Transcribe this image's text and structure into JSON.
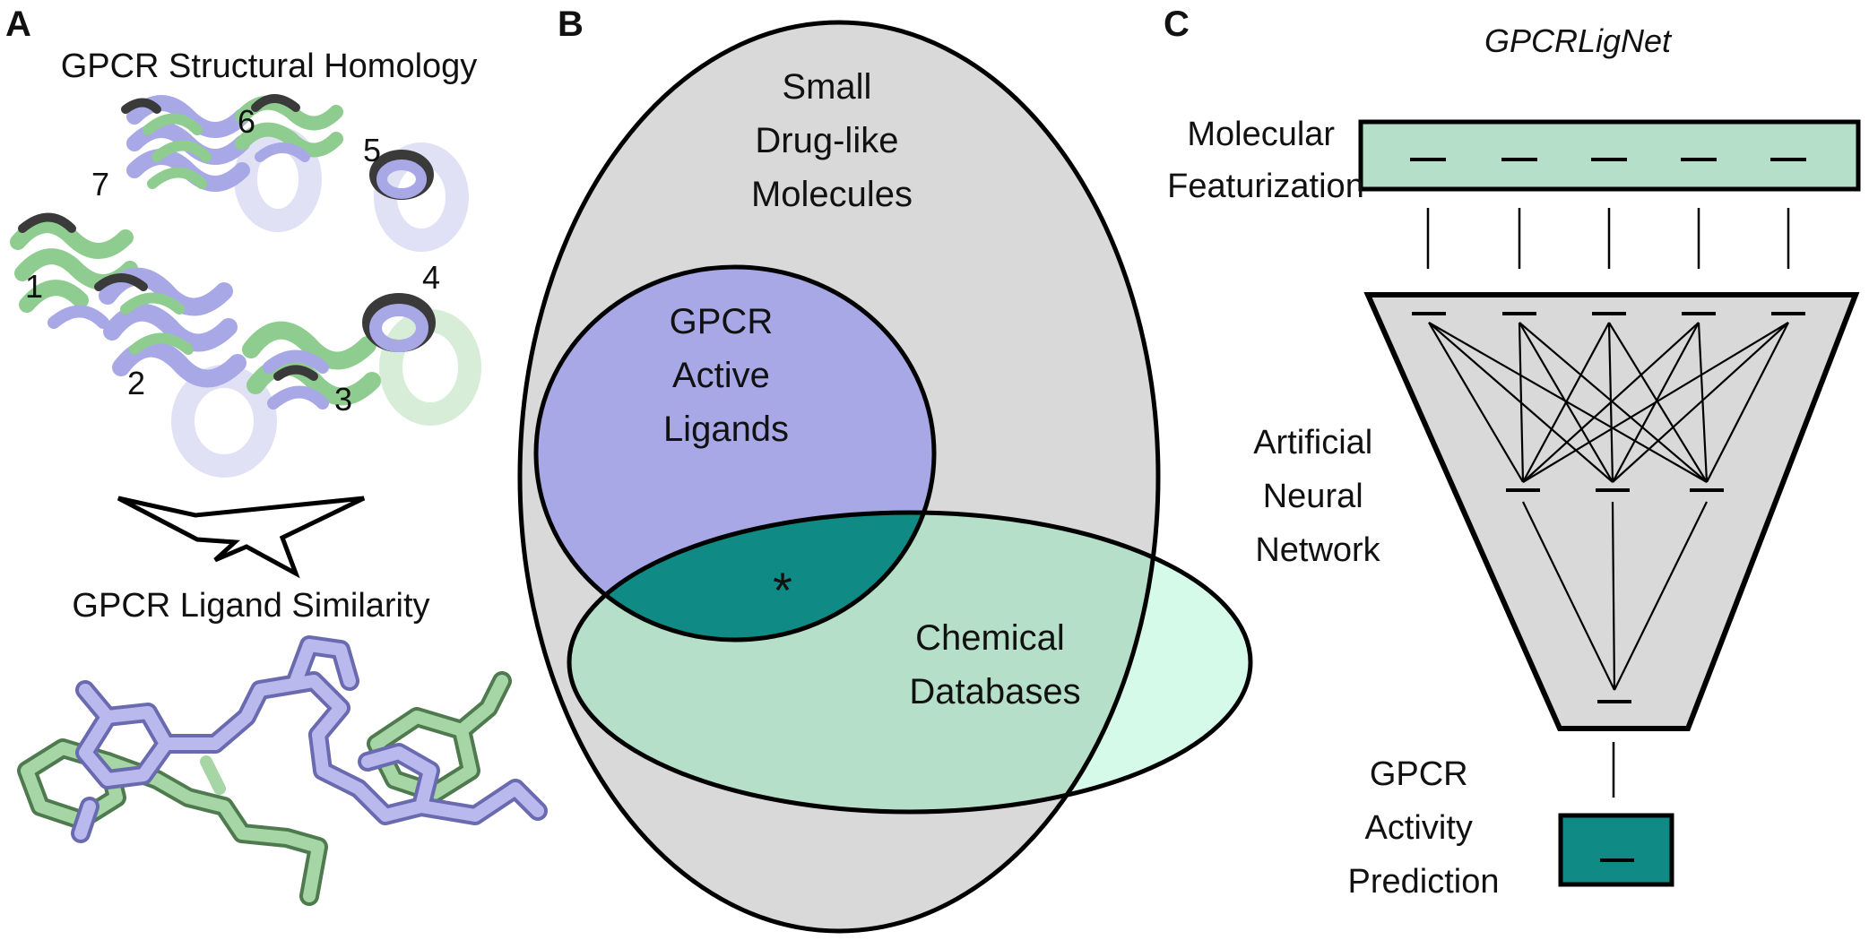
{
  "panels": {
    "a": {
      "letter": "A",
      "top_caption": "GPCR Structural Homology",
      "helix_numbers": [
        "1",
        "2",
        "3",
        "4",
        "5",
        "6",
        "7"
      ],
      "bottom_caption": "GPCR Ligand Similarity"
    },
    "b": {
      "letter": "B",
      "outer_set": [
        "Small",
        "Drug-like",
        "Molecules"
      ],
      "ligand_set": [
        "GPCR",
        "Active",
        "Ligands"
      ],
      "database_set": [
        "Chemical",
        "Databases"
      ],
      "intersection_mark": "*"
    },
    "c": {
      "letter": "C",
      "title": "GPCRLigNet",
      "featurization": [
        "Molecular",
        "Featurization"
      ],
      "network": [
        "Artificial",
        "Neural",
        "Network"
      ],
      "prediction": [
        "GPCR",
        "Activity",
        "Prediction"
      ]
    }
  },
  "colors": {
    "green": "#b5dfc8",
    "lavender": "#a8a8e6",
    "teal": "#0f8a84",
    "gray": "#d9d9d9",
    "mint": "#d6fae9",
    "helix_green": "#8fcc8f",
    "helix_dark": "#3a3a3a"
  }
}
